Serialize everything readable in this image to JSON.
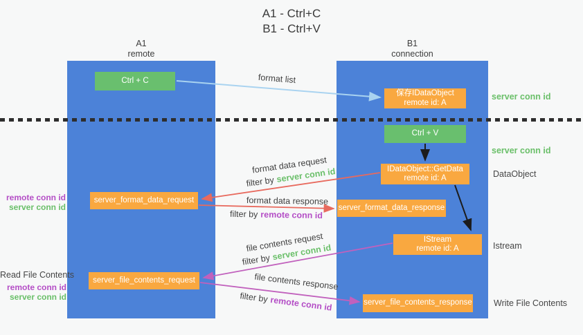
{
  "title": {
    "line1": "A1 - Ctrl+C",
    "line2": "B1 - Ctrl+V"
  },
  "columns": {
    "a1": {
      "id": "A1",
      "role": "remote"
    },
    "b1": {
      "id": "B1",
      "role": "connection"
    }
  },
  "nodes": {
    "ctrl_c": {
      "label": "Ctrl + C"
    },
    "save_idataobject": {
      "line1": "保存IDataObject",
      "line2": "remote id: A"
    },
    "ctrl_v": {
      "label": "Ctrl + V"
    },
    "getdata": {
      "line1": "IDataObject::GetData",
      "line2": "remote id: A"
    },
    "server_format_data_request": {
      "label": "server_format_data_request"
    },
    "server_format_data_response": {
      "label": "server_format_data_response"
    },
    "istream": {
      "line1": "IStream",
      "line2": "remote id: A"
    },
    "server_file_contents_request": {
      "label": "server_file_contents_request"
    },
    "server_file_contents_response": {
      "label": "server_file_contents_response"
    }
  },
  "side_labels": {
    "server_conn_id_top": "server conn id",
    "server_conn_id_mid": "server conn id",
    "dataobject": "DataObject",
    "istream": "Istream",
    "write_file_contents": "Write File Contents",
    "read_file_contents": "Read File Contents",
    "remote_conn_id": "remote conn id",
    "server_conn_id": "server conn id"
  },
  "arrow_labels": {
    "format_list": "format list",
    "format_data_request": "format data request",
    "format_data_response": "format data response",
    "file_contents_request": "file contents request",
    "file_contents_response": "file contents response",
    "filter_by": "filter by",
    "server_conn_id": "server conn id",
    "remote_conn_id": "remote conn id"
  },
  "colors": {
    "background": "#f7f8f8",
    "column_blue": "#4c82d8",
    "box_green": "#69bf6e",
    "box_orange": "#f9a840",
    "arrow_salmon": "#e86a5e",
    "arrow_magenta": "#c161bd",
    "arrow_light_blue": "#a9d3f0",
    "arrow_black": "#1c1c1c",
    "text_green": "#6abf69",
    "text_purple": "#b44ec6",
    "text_gray": "#404040"
  }
}
